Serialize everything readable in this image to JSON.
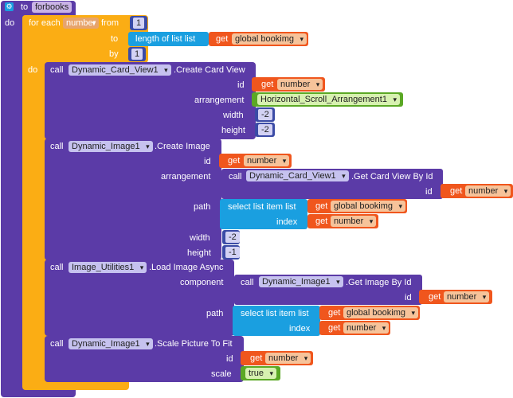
{
  "procedure": {
    "keyword_to": "to",
    "name": "forbooks",
    "keyword_do": "do"
  },
  "loop": {
    "label_for_each": "for each",
    "variable": "number",
    "label_from": "from",
    "from_value": "1",
    "label_to": "to",
    "label_length": "length of list  list",
    "label_get": "get",
    "list_var": "global bookimg",
    "label_by": "by",
    "by_value": "1",
    "label_do": "do"
  },
  "create_card": {
    "call": "call",
    "component": "Dynamic_Card_View1",
    "method": ".Create Card View",
    "id_label": "id",
    "get_label": "get",
    "id_var": "number",
    "arrangement_label": "arrangement",
    "arrangement_value": "Horizontal_Scroll_Arrangement1",
    "width_label": "width",
    "width_value": "-2",
    "height_label": "height",
    "height_value": "-2"
  },
  "create_image": {
    "call": "call",
    "component": "Dynamic_Image1",
    "method": ".Create Image",
    "id_label": "id",
    "get_label": "get",
    "id_var": "number",
    "arrangement_label": "arrangement",
    "getcard_call": "call",
    "getcard_component": "Dynamic_Card_View1",
    "getcard_method": ".Get Card View By Id",
    "getcard_id_label": "id",
    "getcard_get": "get",
    "getcard_var": "number",
    "path_label": "path",
    "select_label": "select list item  list",
    "select_get": "get",
    "select_list_var": "global bookimg",
    "index_label": "index",
    "index_get": "get",
    "index_var": "number",
    "width_label": "width",
    "width_value": "-2",
    "height_label": "height",
    "height_value": "-1"
  },
  "load_image": {
    "call": "call",
    "component": "Image_Utilities1",
    "method": ".Load Image Async",
    "component_label": "component",
    "getimg_call": "call",
    "getimg_component": "Dynamic_Image1",
    "getimg_method": ".Get Image By Id",
    "getimg_id_label": "id",
    "getimg_get": "get",
    "getimg_var": "number",
    "path_label": "path",
    "select_label": "select list item  list",
    "select_get": "get",
    "select_list_var": "global bookimg",
    "index_label": "index",
    "index_get": "get",
    "index_var": "number"
  },
  "scale": {
    "call": "call",
    "component": "Dynamic_Image1",
    "method": ".Scale Picture To Fit",
    "id_label": "id",
    "get_label": "get",
    "id_var": "number",
    "scale_label": "scale",
    "scale_value": "true"
  }
}
